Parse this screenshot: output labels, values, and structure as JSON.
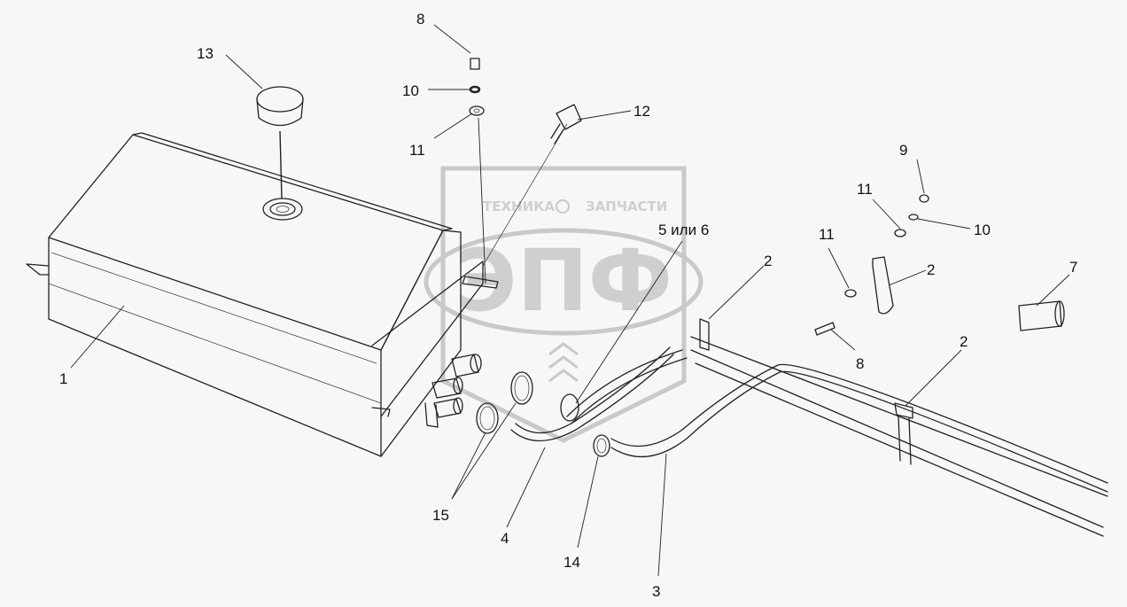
{
  "watermark": {
    "brand_top_left": "ТЕХНИКА",
    "brand_top_right": "ЗАПЧАСТИ",
    "logo_letters": "ЭПФ"
  },
  "callouts": {
    "c1": "1",
    "c2a": "2",
    "c2b": "2",
    "c2c": "2",
    "c3": "3",
    "c4": "4",
    "c5or6": "5 или 6",
    "c7": "7",
    "c8a": "8",
    "c8b": "8",
    "c9": "9",
    "c10a": "10",
    "c10b": "10",
    "c11a": "11",
    "c11b": "11",
    "c11c": "11",
    "c12": "12",
    "c13": "13",
    "c14": "14",
    "c15": "15"
  }
}
